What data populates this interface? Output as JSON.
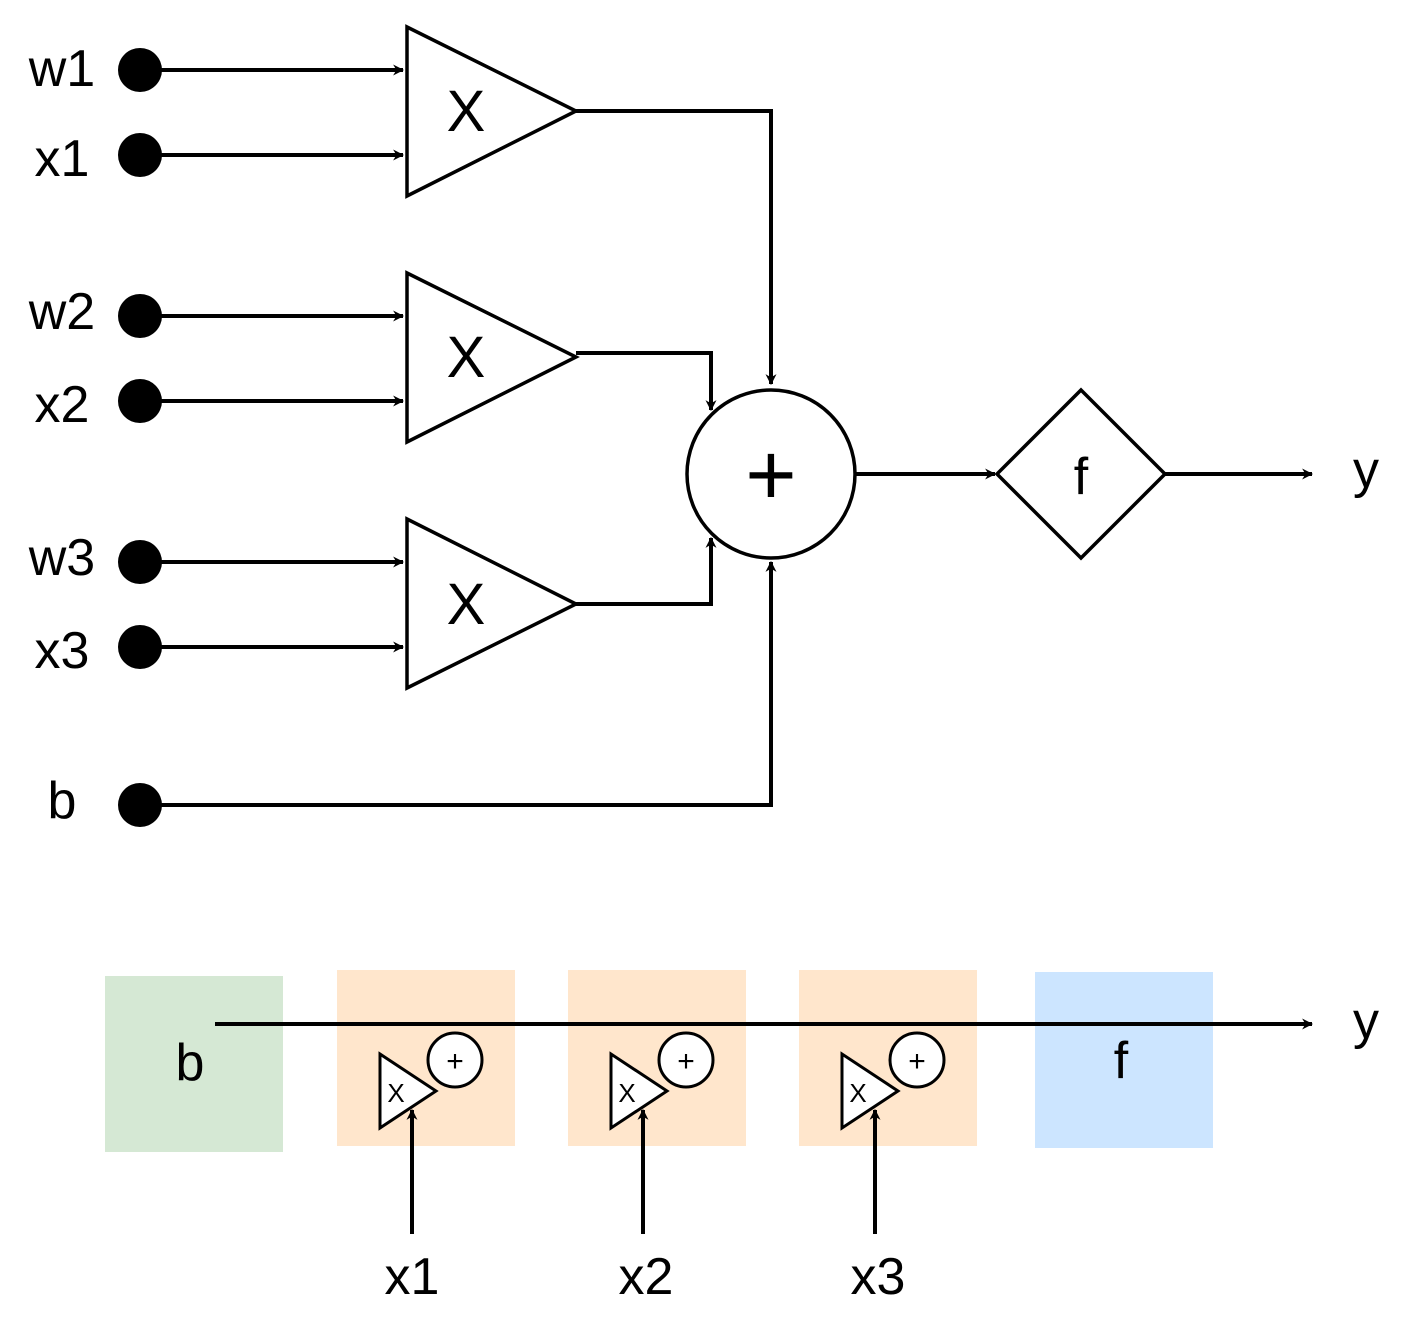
{
  "neuron": {
    "inputs": [
      {
        "weight": "w1",
        "input": "x1"
      },
      {
        "weight": "w2",
        "input": "x2"
      },
      {
        "weight": "w3",
        "input": "x3"
      }
    ],
    "multiply_symbol": "X",
    "bias": "b",
    "sum_symbol": "+",
    "activation": "f",
    "output": "y"
  },
  "pipeline": {
    "bias": "b",
    "stages": [
      {
        "input": "x1",
        "multiply_symbol": "X",
        "sum_symbol": "+"
      },
      {
        "input": "x2",
        "multiply_symbol": "X",
        "sum_symbol": "+"
      },
      {
        "input": "x3",
        "multiply_symbol": "X",
        "sum_symbol": "+"
      }
    ],
    "activation": "f",
    "output": "y"
  },
  "colors": {
    "bias_block": "#d5e8d4",
    "stage_block": "#ffe6cc",
    "activation_block": "#cce5ff",
    "stroke": "#000000"
  }
}
